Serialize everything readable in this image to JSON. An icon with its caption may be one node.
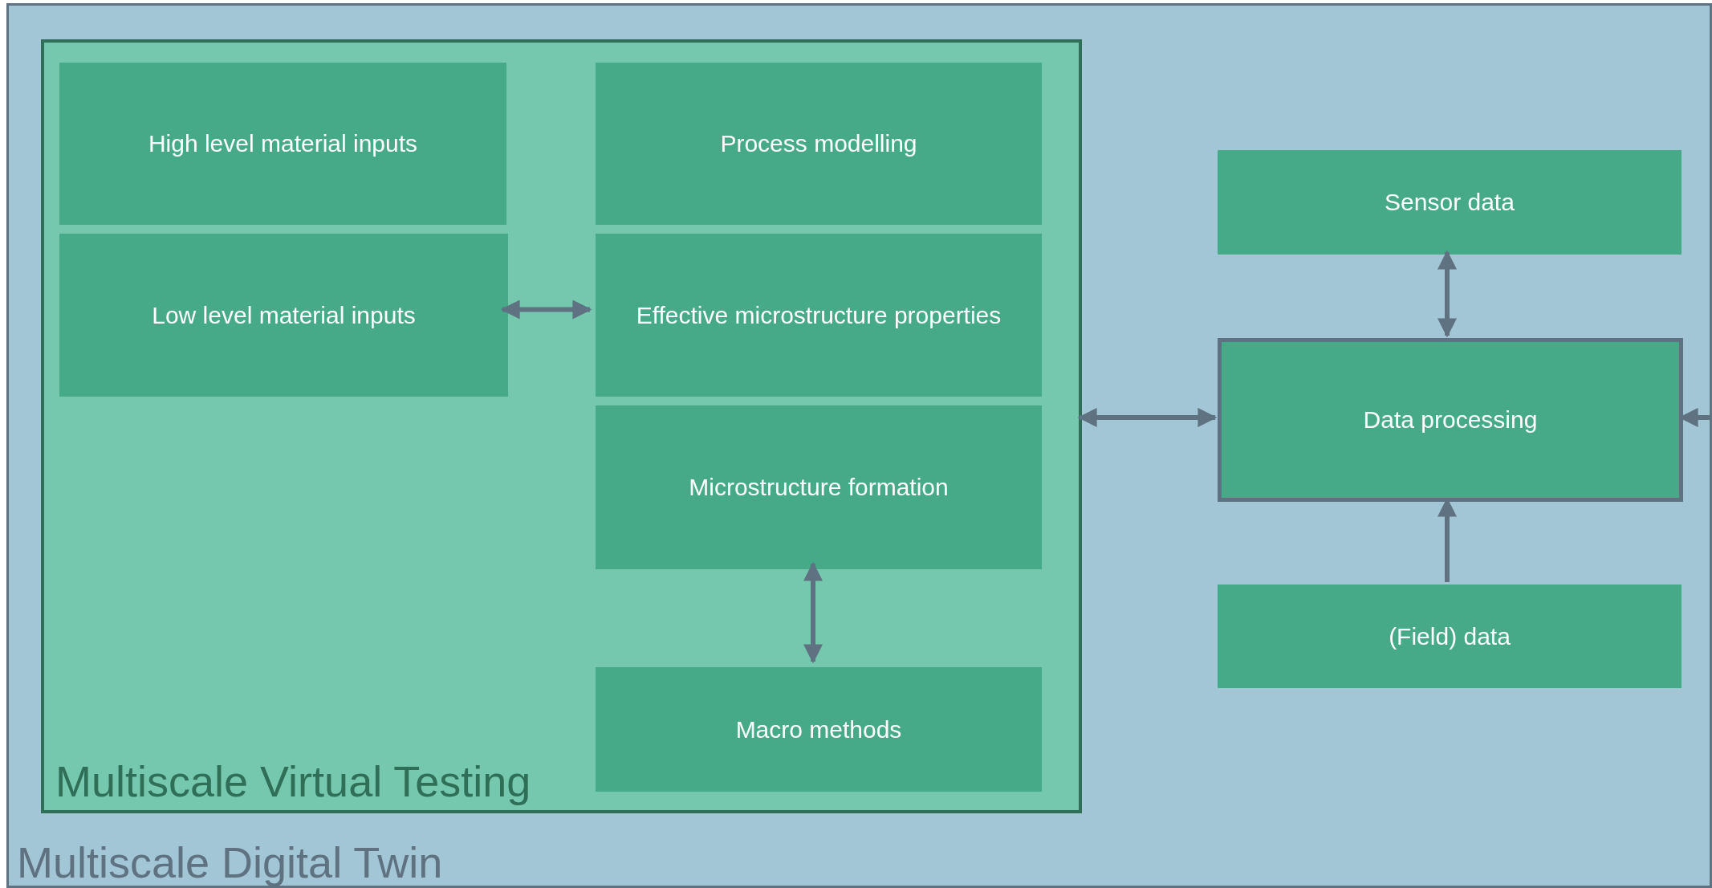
{
  "diagram": {
    "nodes": [
      {
        "text": [
          "Multiscale Digital Twin"
        ]
      },
      {
        "text": [
          "Multiscale Virtual Testing"
        ],
        "in": 0
      },
      {
        "text": [
          "High level material inputs"
        ],
        "in": 1
      },
      {
        "text": [
          "Process modelling"
        ],
        "in": 1
      },
      {
        "text": [
          "Low level material inputs"
        ],
        "in": 1
      },
      {
        "text": [
          "Effective microstructure properties"
        ],
        "in": 1
      },
      {
        "text": [
          "Microstructure formation"
        ],
        "in": 1
      },
      {
        "text": [
          "Macro methods"
        ],
        "in": 1
      },
      {
        "text": [
          "Sensor data"
        ],
        "in": 0
      },
      {
        "text": [
          "Data processing"
        ],
        "in": 0
      },
      {
        "text": [
          "(Field) data"
        ],
        "in": 0
      }
    ],
    "edges": [
      {
        "from": 4,
        "to": 5,
        "arrow": "both"
      },
      {
        "from": 6,
        "to": 7,
        "arrow": "both"
      },
      {
        "from": 1,
        "to": 9,
        "arrow": "both"
      },
      {
        "from": 8,
        "to": 9,
        "arrow": "both"
      },
      {
        "from": 10,
        "to": 9,
        "arrow": "to"
      },
      {
        "from": null,
        "to": 9,
        "arrow": "to"
      }
    ]
  }
}
